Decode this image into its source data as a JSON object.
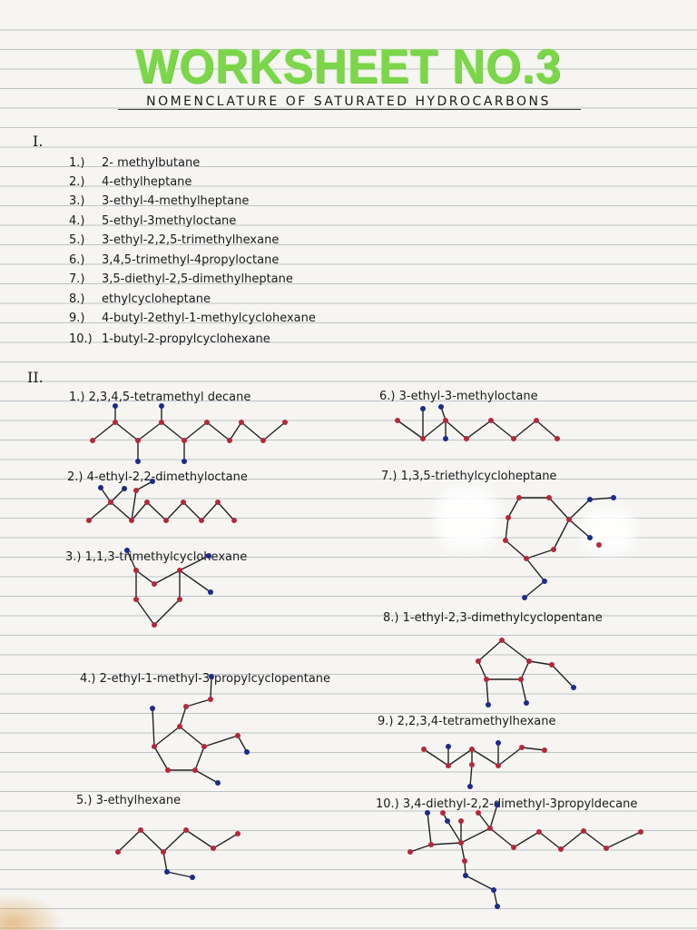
{
  "title": "WORKSHEET NO.3",
  "subtitle": "NOMENCLATURE OF SATURATED HYDROCARBONS",
  "part1": {
    "label": "I.",
    "items": [
      {
        "num": "1.)",
        "name": "2- methylbutane"
      },
      {
        "num": "2.)",
        "name": "4-ethylheptane"
      },
      {
        "num": "3.)",
        "name": "3-ethyl-4-methylheptane"
      },
      {
        "num": "4.)",
        "name": "5-ethyl-3methyloctane"
      },
      {
        "num": "5.)",
        "name": "3-ethyl-2,2,5-trimethylhexane"
      },
      {
        "num": "6.)",
        "name": "3,4,5-trimethyl-4propyloctane"
      },
      {
        "num": "7.)",
        "name": "3,5-diethyl-2,5-dimethylheptane"
      },
      {
        "num": "8.)",
        "name": "ethylcycloheptane"
      },
      {
        "num": "9.)",
        "name": "4-butyl-2ethyl-1-methylcyclohexane"
      },
      {
        "num": "10.)",
        "name": "1-butyl-2-propylcyclohexane"
      }
    ]
  },
  "part2": {
    "label": "II.",
    "items": [
      {
        "num": "1.)",
        "name": "2,3,4,5-tetramethyl decane"
      },
      {
        "num": "2.)",
        "name": "4-ethyl-2,2-dimethyloctane"
      },
      {
        "num": "3.)",
        "name": "1,1,3-trimethylcyclohexane"
      },
      {
        "num": "4.)",
        "name": "2-ethyl-1-methyl-3-propylcyclopentane"
      },
      {
        "num": "5.)",
        "name": "3-ethylhexane"
      },
      {
        "num": "6.)",
        "name": "3-ethyl-3-methyloctane"
      },
      {
        "num": "7.)",
        "name": "1,3,5-triethylcycloheptane"
      },
      {
        "num": "8.)",
        "name": "1-ethyl-2,3-dimethylcyclopentane"
      },
      {
        "num": "9.)",
        "name": "2,2,3,4-tetramethylhexane"
      },
      {
        "num": "10.)",
        "name": "3,4-diethyl-2,2-dimethyl-3propyldecane"
      }
    ]
  },
  "colors": {
    "title_green": "#7bd64a",
    "atom_red": "#b4283c",
    "atom_blue": "#1e2a8c",
    "ruling": "#bcc3c7"
  }
}
